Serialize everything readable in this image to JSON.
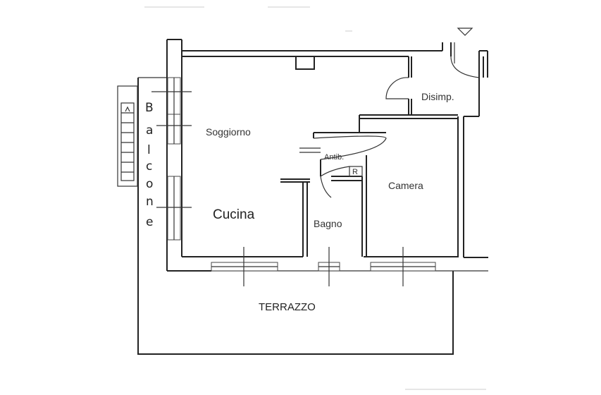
{
  "rooms": {
    "soggiorno": "Soggiorno",
    "cucina": "Cucina",
    "bagno": "Bagno",
    "camera": "Camera",
    "disimpegno": "Disimp.",
    "antibagno": "Antib.",
    "ripostiglio": "R",
    "terrazzo": "TERRAZZO"
  },
  "balcone_letters": [
    "B",
    "a",
    "l",
    "c",
    "o",
    "n",
    "e"
  ]
}
